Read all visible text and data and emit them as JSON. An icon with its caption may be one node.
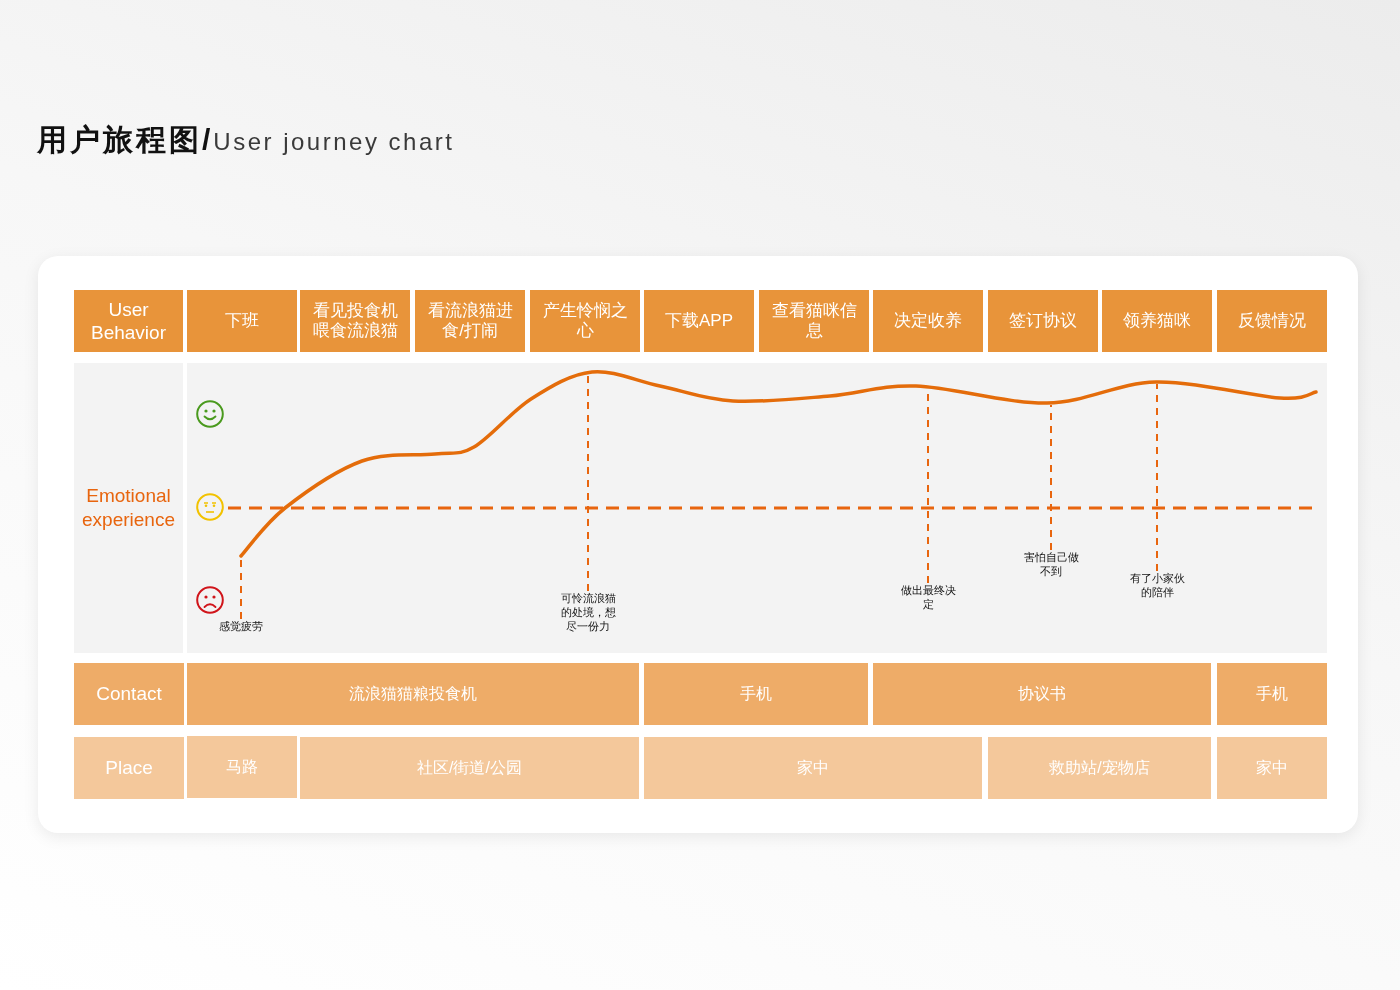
{
  "diagram": {
    "title": "**用户旅程图/**User journey chart",
    "nodes": [
      {
        "text": [
          "User Behavior"
        ]
      },
      {
        "text": [
          "下班"
        ]
      },
      {
        "text": [
          "看见投食机喂食流浪猫"
        ]
      },
      {
        "text": [
          "看流浪猫进食/打闹"
        ]
      },
      {
        "text": [
          "产生怜悯之心"
        ]
      },
      {
        "text": [
          "下载APP"
        ]
      },
      {
        "text": [
          "查看猫咪信息"
        ]
      },
      {
        "text": [
          "决定收养"
        ]
      },
      {
        "text": [
          "签订协议"
        ]
      },
      {
        "text": [
          "领养猫咪"
        ]
      },
      {
        "text": [
          "反馈情况"
        ]
      },
      {
        "text": [
          "Emotional experience"
        ]
      },
      {
        "text": [],
        "shape": "curve"
      },
      {
        "text": [
          "感觉疲劳"
        ]
      },
      {
        "text": [
          "可怜流浪猫的处境，想尽一份力"
        ]
      },
      {
        "text": [
          "做出最终决定"
        ]
      },
      {
        "text": [
          "害怕自己做不到"
        ]
      },
      {
        "text": [
          "有了小家伙的陪伴"
        ]
      },
      {
        "text": [
          "Contact"
        ]
      },
      {
        "text": [
          "流浪猫猫粮投食机"
        ]
      },
      {
        "text": [
          "手机"
        ]
      },
      {
        "text": [
          "协议书"
        ]
      },
      {
        "text": [
          "手机"
        ]
      },
      {
        "text": [
          "Place"
        ]
      },
      {
        "text": [
          "马路"
        ]
      },
      {
        "text": [
          "社区/街道/公园"
        ]
      },
      {
        "text": [
          "家中"
        ]
      },
      {
        "text": [
          "救助站/宠物店"
        ]
      },
      {
        "text": [
          "家中"
        ]
      }
    ],
    "edges": [
      {
        "from": 13,
        "to": 12,
        "arrow": "none",
        "style": "dashed"
      },
      {
        "from": 14,
        "to": 12,
        "arrow": "none",
        "style": "dashed"
      },
      {
        "from": 15,
        "to": 12,
        "arrow": "none",
        "style": "dashed"
      },
      {
        "from": 16,
        "to": 12,
        "arrow": "none",
        "style": "dashed"
      },
      {
        "from": 17,
        "to": 12,
        "arrow": "none",
        "style": "dashed"
      }
    ]
  }
}
